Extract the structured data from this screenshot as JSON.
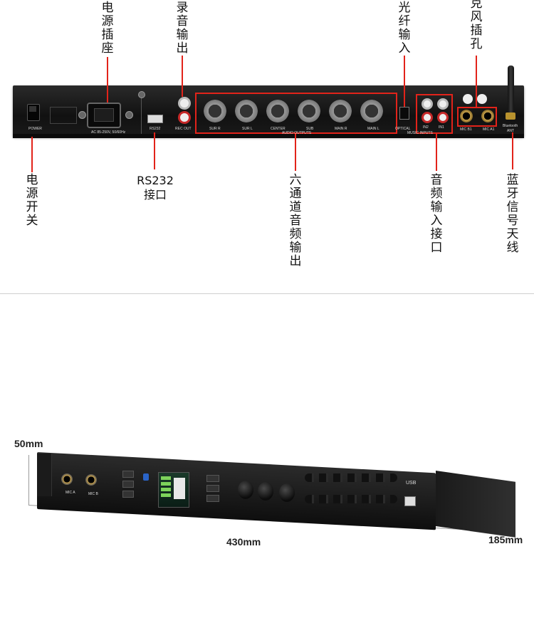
{
  "rear_panel": {
    "labels": {
      "power_socket": "电源插座",
      "rec_output": "录音输出",
      "optical_input": "光纤输入",
      "mic_jack": "克风插孔",
      "power_switch": "电源开关",
      "rs232": "RS232接口",
      "six_channel_output": "六通道音频输出",
      "music_input": "音频输入接口",
      "bluetooth_antenna": "蓝牙信号天线"
    },
    "silkscreen": {
      "power": "POWER",
      "ac": "AC 85-250V, 50/60Hz",
      "rs232": "RS232",
      "rec_out": "REC OUT",
      "xlr": [
        "SUR R",
        "SUR L",
        "CENTER",
        "SUB",
        "MAIN R",
        "MAIN L"
      ],
      "audio_outputs": "AUDIO OUTPUTS",
      "optical": "OPTICAL",
      "in2": "IN2",
      "in1": "IN1",
      "music_inputs": "MUSIC INPUTS",
      "mic_b1": "MIC B1",
      "mic_a1": "MIC A1",
      "bluetooth": "Bluetooth",
      "ant": "ANT"
    }
  },
  "front_panel": {
    "dimensions": {
      "height": "50mm",
      "width": "430mm",
      "depth": "185mm"
    },
    "silkscreen": {
      "usb": "USB",
      "mic_a": "MIC A",
      "mic_b": "MIC B"
    }
  },
  "colors": {
    "callout": "#e2231a",
    "chassis": "#151515"
  }
}
